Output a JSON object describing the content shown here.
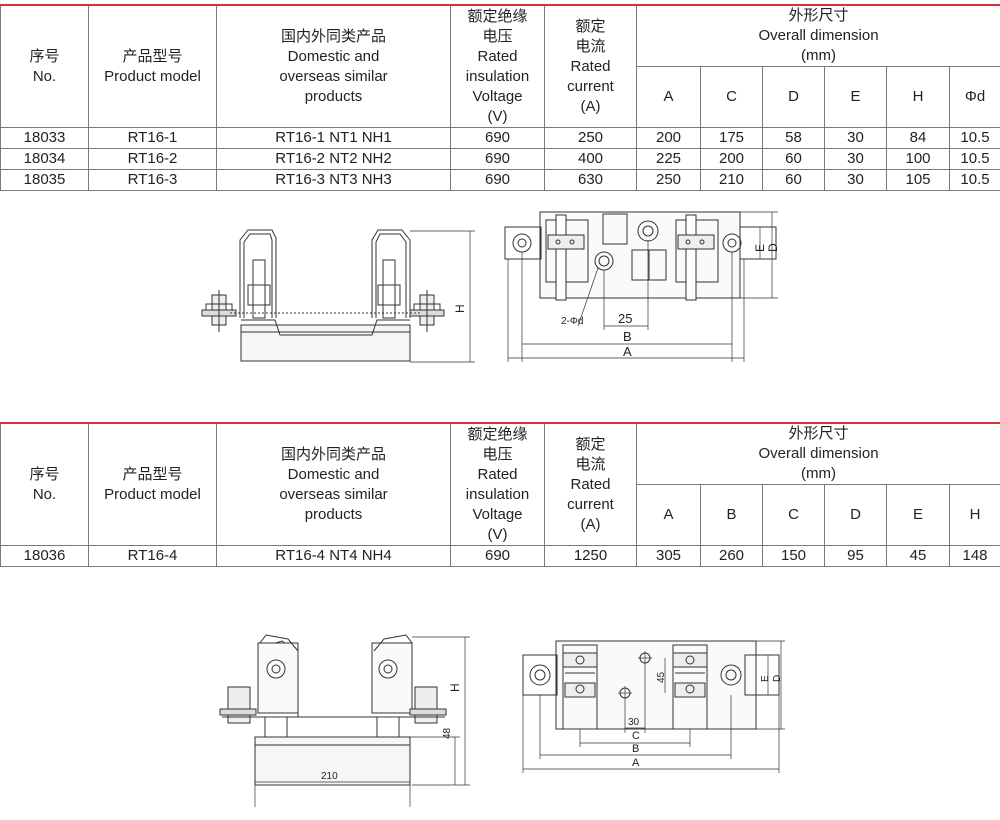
{
  "header": {
    "seq_cn": "序号",
    "seq_en": "No.",
    "model_cn": "产品型号",
    "model_en": "Product model",
    "similar_cn": "国内外同类产品",
    "similar_en1": "Domestic and",
    "similar_en2": "overseas similar",
    "similar_en3": "products",
    "voltage_cn1": "额定绝缘",
    "voltage_cn2": "电压",
    "voltage_en1": "Rated",
    "voltage_en2": "insulation",
    "voltage_en3": "Voltage",
    "voltage_unit": "(V)",
    "current_cn1": "额定",
    "current_cn2": "电流",
    "current_en1": "Rated",
    "current_en2": "current",
    "current_unit": "(A)",
    "dim_cn": "外形尺寸",
    "dim_en": "Overall dimension",
    "dim_unit": "(mm)"
  },
  "table1": {
    "dim_cols": [
      "A",
      "C",
      "D",
      "E",
      "H",
      "Φd"
    ],
    "rows": [
      [
        "18033",
        "RT16-1",
        "RT16-1 NT1 NH1",
        "690",
        "250",
        "200",
        "175",
        "58",
        "30",
        "84",
        "10.5"
      ],
      [
        "18034",
        "RT16-2",
        "RT16-2 NT2 NH2",
        "690",
        "400",
        "225",
        "200",
        "60",
        "30",
        "100",
        "10.5"
      ],
      [
        "18035",
        "RT16-3",
        "RT16-3 NT3 NH3",
        "690",
        "630",
        "250",
        "210",
        "60",
        "30",
        "105",
        "10.5"
      ]
    ]
  },
  "table2": {
    "dim_cols": [
      "A",
      "B",
      "C",
      "D",
      "E",
      "H"
    ],
    "rows": [
      [
        "18036",
        "RT16-4",
        "RT16-4  NT4  NH4",
        "690",
        "1250",
        "305",
        "260",
        "150",
        "95",
        "45",
        "148"
      ]
    ]
  },
  "drawing1": {
    "h": "H",
    "e": "E",
    "d": "D",
    "hole": "2-Φd",
    "dim25": "25",
    "b": "B",
    "a": "A"
  },
  "drawing2": {
    "h": "H",
    "dim48": "48",
    "dim210": "210",
    "dim45": "45",
    "e": "E",
    "d": "D",
    "dim30": "30",
    "c": "C",
    "b": "B",
    "a": "A"
  }
}
